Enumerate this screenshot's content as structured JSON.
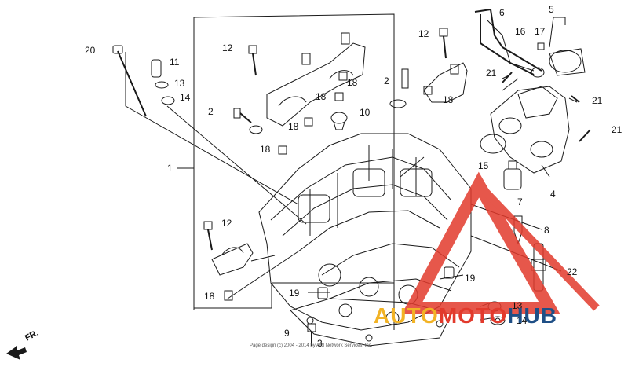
{
  "diagram": {
    "callouts": [
      {
        "id": "c20",
        "text": "20"
      },
      {
        "id": "c11",
        "text": "11"
      },
      {
        "id": "c13a",
        "text": "13"
      },
      {
        "id": "c14a",
        "text": "14"
      },
      {
        "id": "c12a",
        "text": "12"
      },
      {
        "id": "c2a",
        "text": "2"
      },
      {
        "id": "c1",
        "text": "1"
      },
      {
        "id": "c12b",
        "text": "12"
      },
      {
        "id": "c18a",
        "text": "18"
      },
      {
        "id": "c18b",
        "text": "18"
      },
      {
        "id": "c18c",
        "text": "18"
      },
      {
        "id": "c18d",
        "text": "18"
      },
      {
        "id": "c18e",
        "text": "18"
      },
      {
        "id": "c18f",
        "text": "18"
      },
      {
        "id": "c10",
        "text": "10"
      },
      {
        "id": "c12c",
        "text": "12"
      },
      {
        "id": "c2b",
        "text": "2"
      },
      {
        "id": "c6",
        "text": "6"
      },
      {
        "id": "c5",
        "text": "5"
      },
      {
        "id": "c16",
        "text": "16"
      },
      {
        "id": "c17",
        "text": "17"
      },
      {
        "id": "c21a",
        "text": "21"
      },
      {
        "id": "c21b",
        "text": "21"
      },
      {
        "id": "c21c",
        "text": "21"
      },
      {
        "id": "c15",
        "text": "15"
      },
      {
        "id": "c4",
        "text": "4"
      },
      {
        "id": "c7",
        "text": "7"
      },
      {
        "id": "c8",
        "text": "8"
      },
      {
        "id": "c22",
        "text": "22"
      },
      {
        "id": "c19a",
        "text": "19"
      },
      {
        "id": "c19b",
        "text": "19"
      },
      {
        "id": "c13b",
        "text": "13"
      },
      {
        "id": "c14b",
        "text": "14"
      },
      {
        "id": "c9",
        "text": "9"
      },
      {
        "id": "c3",
        "text": "3"
      }
    ],
    "direction_label": "FR.",
    "copyright": "Page design (c) 2004 - 2014 by ARI Network Services, Inc.",
    "watermark": {
      "part1": "AUTO",
      "part2": "MOTO",
      "part3": "HUB"
    },
    "colors": {
      "line": "#1a1a1a",
      "wm_orange": "#f2b325",
      "wm_red": "#e23a2c",
      "wm_blue": "#1f4f86"
    }
  }
}
